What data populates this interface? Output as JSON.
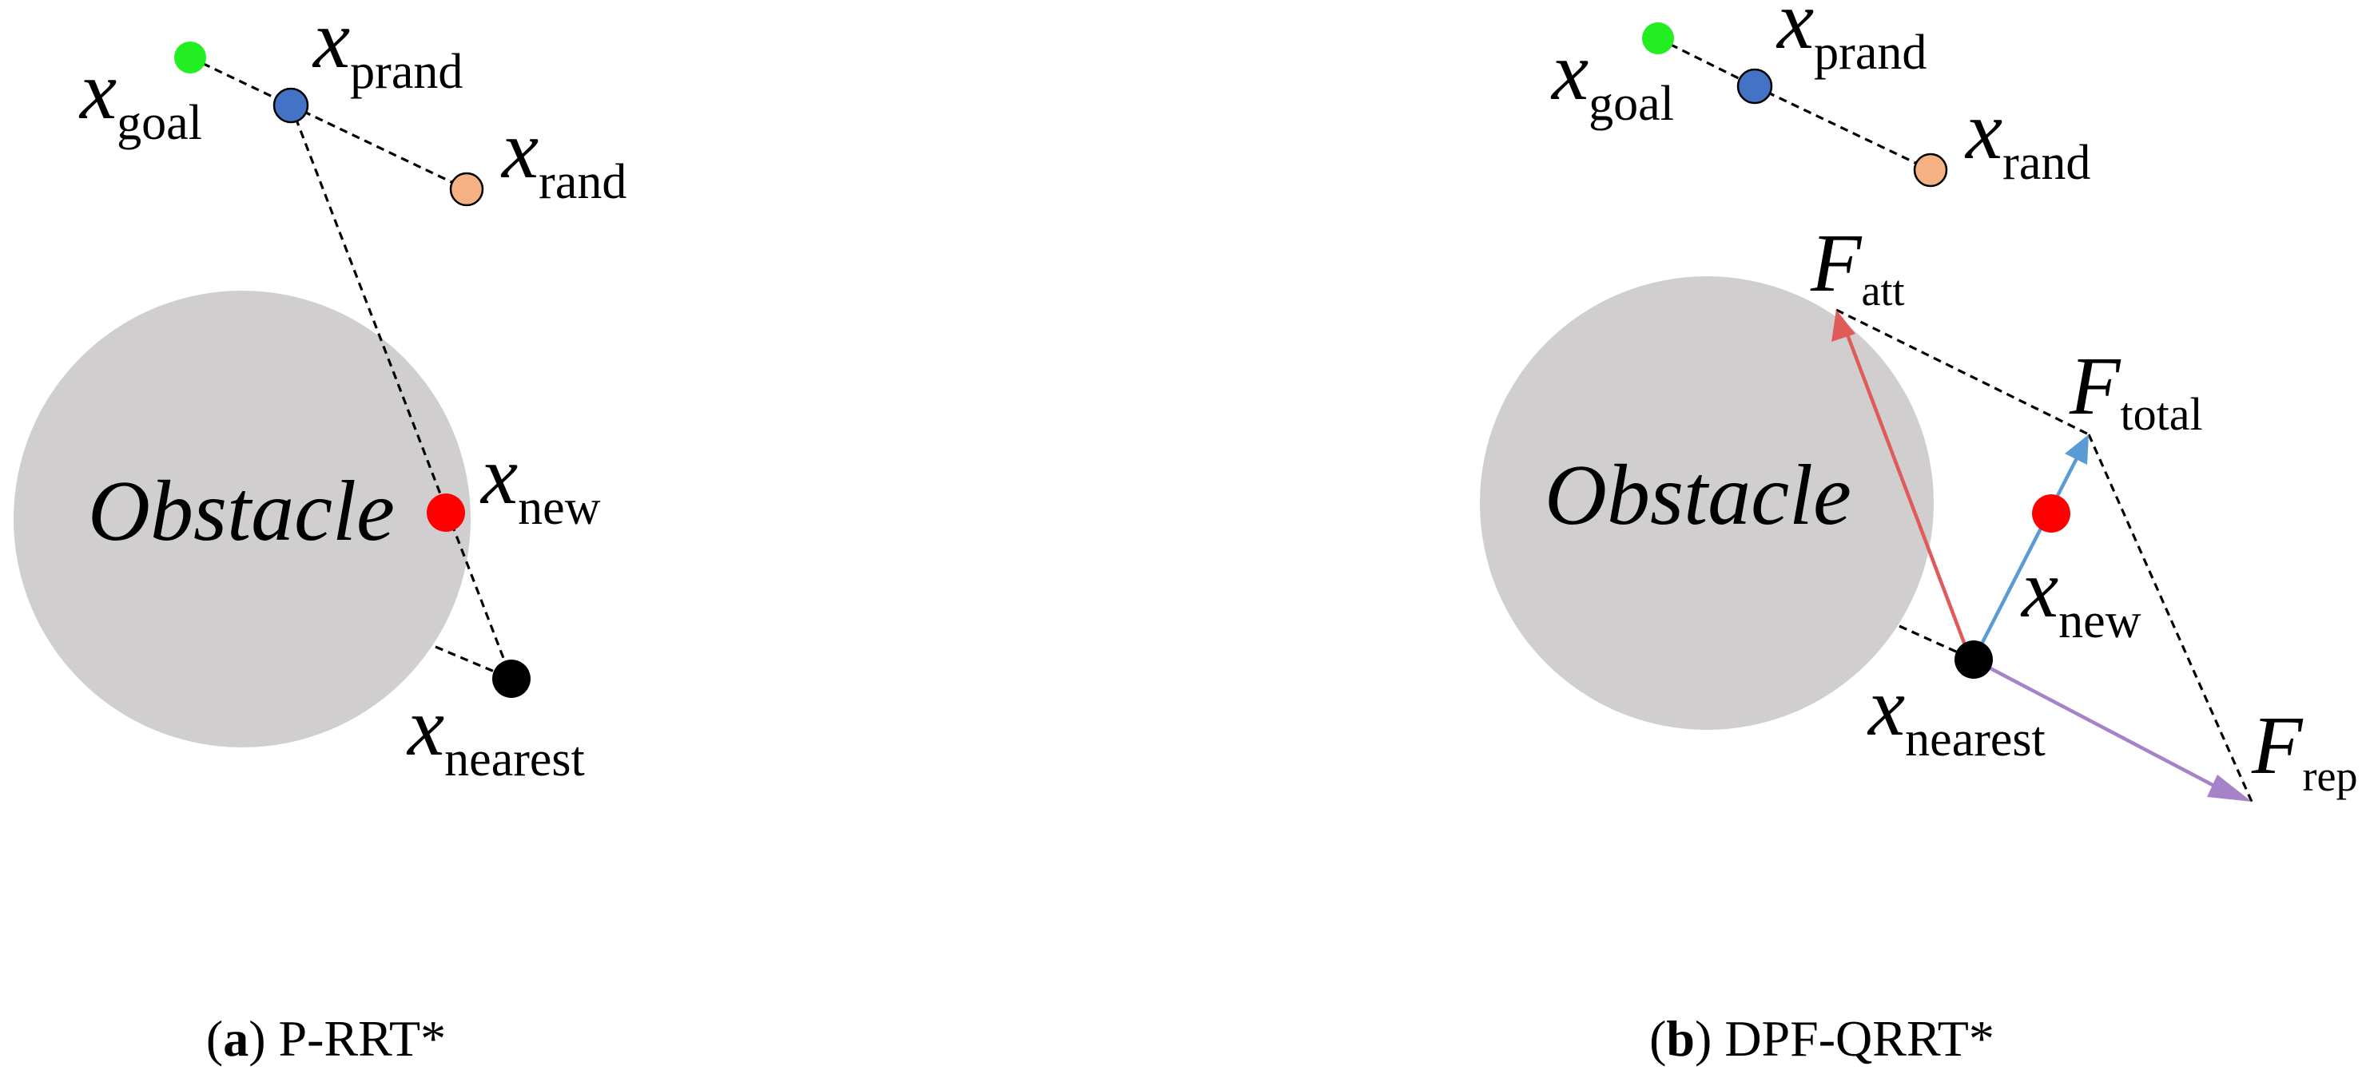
{
  "colors": {
    "obstacle": "#d0cecf",
    "goal": "#22ee22",
    "prand": "#4472c4",
    "rand": "#f4b183",
    "new": "#ff0000",
    "nearest": "#000000",
    "f_att": "#e05a5a",
    "f_total": "#5b9bd5",
    "f_rep": "#a683c9"
  },
  "panel_a": {
    "obstacle_label": "Obstacle",
    "x_goal": {
      "base": "x",
      "sub": "goal"
    },
    "x_prand": {
      "base": "x",
      "sub": "prand"
    },
    "x_rand": {
      "base": "x",
      "sub": "rand"
    },
    "x_new": {
      "base": "x",
      "sub": "new"
    },
    "x_nearest": {
      "base": "x",
      "sub": "nearest"
    },
    "caption_letter": "a",
    "caption_text": " P-RRT*"
  },
  "panel_b": {
    "obstacle_label": "Obstacle",
    "x_goal": {
      "base": "x",
      "sub": "goal"
    },
    "x_prand": {
      "base": "x",
      "sub": "prand"
    },
    "x_rand": {
      "base": "x",
      "sub": "rand"
    },
    "x_new": {
      "base": "x",
      "sub": "new"
    },
    "x_nearest": {
      "base": "x",
      "sub": "nearest"
    },
    "f_att": {
      "base": "F",
      "sub": "att"
    },
    "f_total": {
      "base": "F",
      "sub": "total"
    },
    "f_rep": {
      "base": "F",
      "sub": "rep"
    },
    "caption_letter": "b",
    "caption_text": " DPF-QRRT*"
  }
}
